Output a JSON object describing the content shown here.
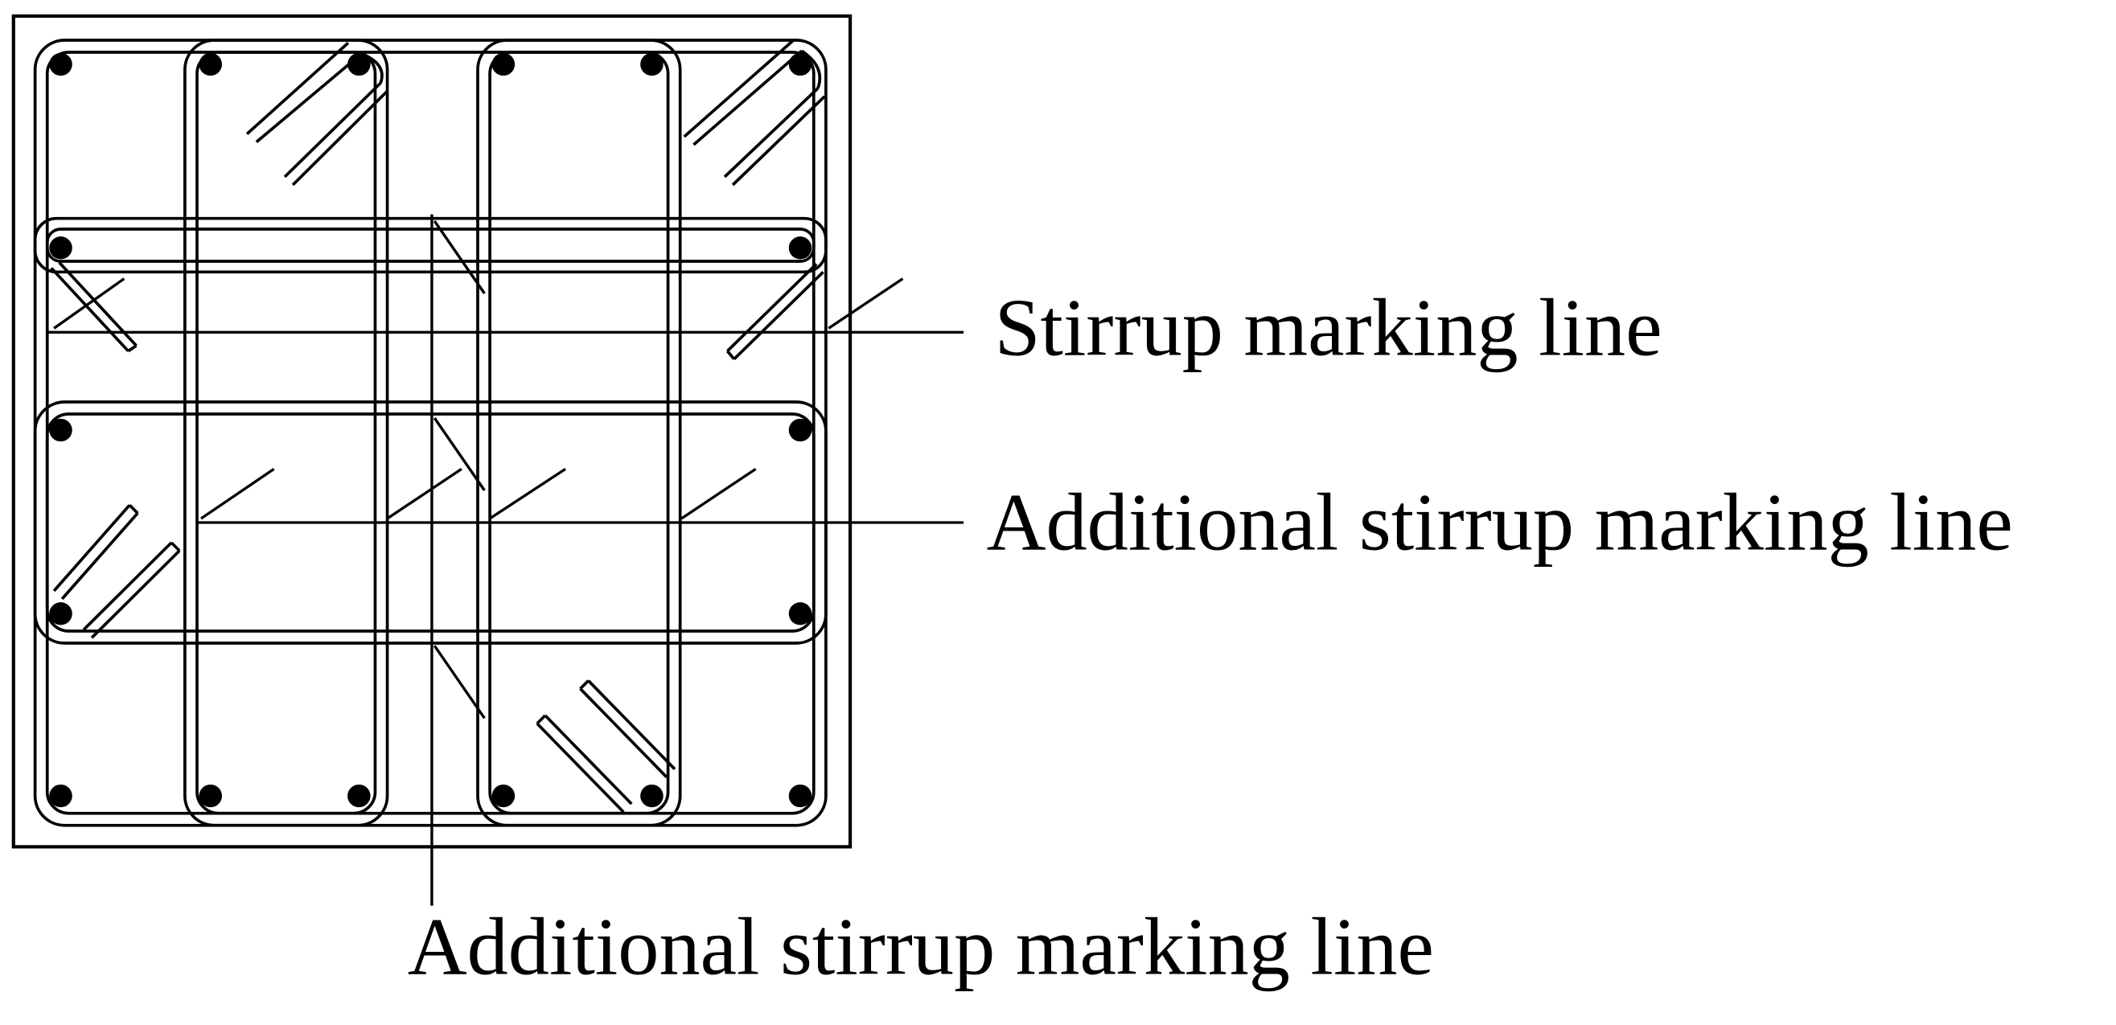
{
  "labels": {
    "stirrup": "Stirrup marking line",
    "additional_right": "Additional stirrup marking line",
    "additional_bottom": "Additional stirrup marking line"
  },
  "colors": {
    "line": "#000000",
    "background": "#ffffff"
  }
}
